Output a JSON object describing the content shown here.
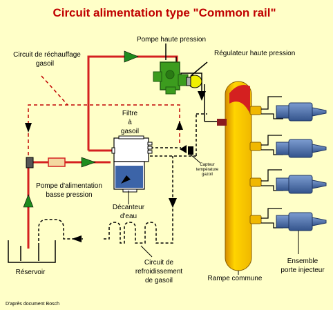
{
  "title": "Circuit alimentation type \"Common rail\"",
  "labels": {
    "pompe_hp": "Pompe haute pression",
    "regulateur": "Régulateur haute pression",
    "rechauffage_l1": "Circuit de réchauffage",
    "rechauffage_l2": "gasoil",
    "filtre_l1": "Filtre",
    "filtre_l2": "à",
    "filtre_l3": "gasoil",
    "pompe_alim_l1": "Pompe d'alimentation",
    "pompe_alim_l2": "basse pression",
    "decanteur_l1": "Décanteur",
    "decanteur_l2": "d'eau",
    "capteur_l1": "Capteur",
    "capteur_l2": "température",
    "capteur_l3": "gazoil",
    "reservoir": "Réservoir",
    "refroid_l1": "Circuit de",
    "refroid_l2": "refroidissement",
    "refroid_l3": "de gasoil",
    "rampe": "Rampe commune",
    "ensemble_l1": "Ensemble",
    "ensemble_l2": "porte injecteur",
    "credit": "D'après document Bosch"
  },
  "colors": {
    "background": "#ffffc8",
    "title": "#c00000",
    "high_pressure_line": "#d42020",
    "return_line": "#000000",
    "heating_circuit": "#c00000",
    "rail": "#f5c800",
    "pump": "#3c9c1e",
    "regulator": "#f0f000",
    "injector": "#4a70a8",
    "decanter_water": "#3c64a8"
  }
}
